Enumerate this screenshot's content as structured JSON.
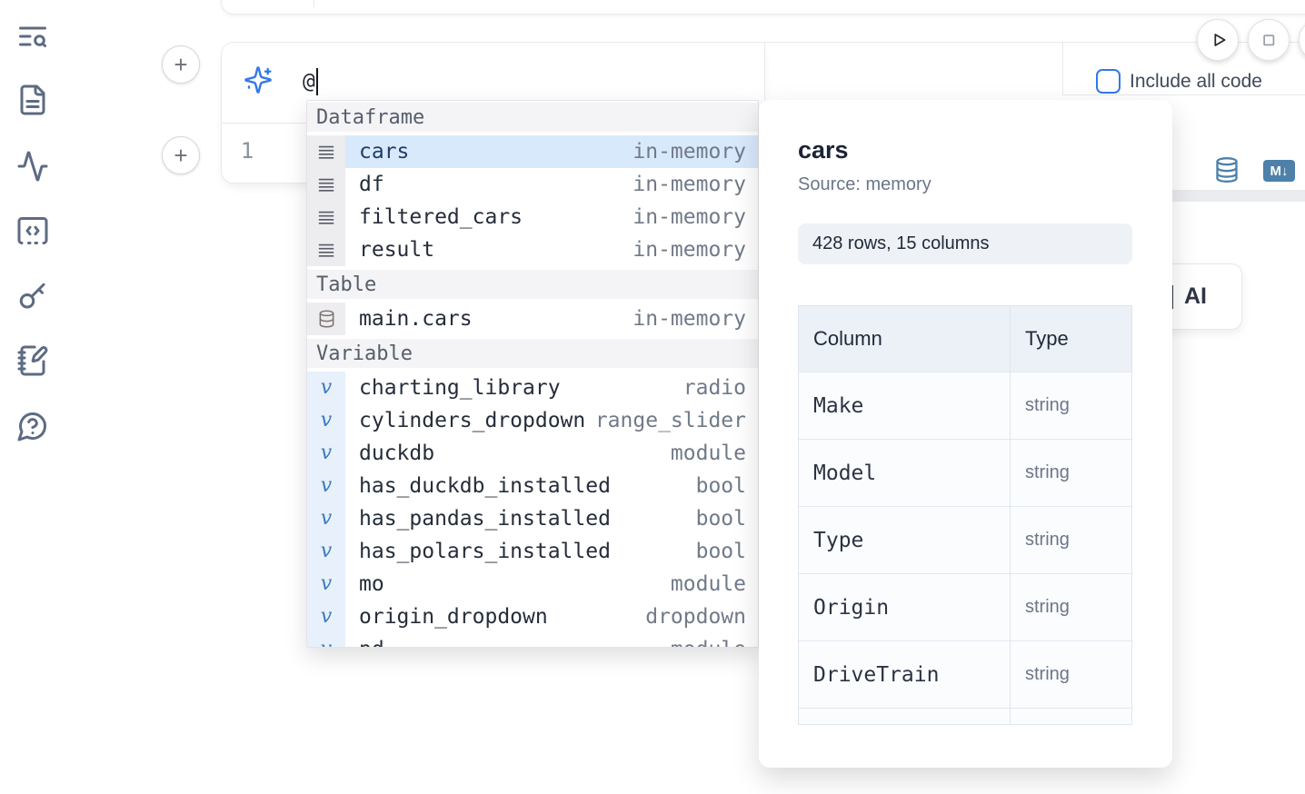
{
  "sidebar": {
    "icons": [
      "text-search-icon",
      "file-text-icon",
      "activity-icon",
      "code-square-icon",
      "key-icon",
      "notebook-pen-icon",
      "help-chat-icon"
    ]
  },
  "editor": {
    "add_cell_button_label": "+",
    "ai_input_value": "@",
    "line_number": "1",
    "include_all_code_label": "Include all code",
    "include_all_code_checked": false
  },
  "autocomplete": {
    "sections": [
      {
        "label": "Dataframe",
        "icon": "rows-icon",
        "items": [
          {
            "name": "cars",
            "detail": "in-memory",
            "selected": true
          },
          {
            "name": "df",
            "detail": "in-memory"
          },
          {
            "name": "filtered_cars",
            "detail": "in-memory"
          },
          {
            "name": "result",
            "detail": "in-memory"
          }
        ]
      },
      {
        "label": "Table",
        "icon": "database-icon",
        "items": [
          {
            "name": "main.cars",
            "detail": "in-memory"
          }
        ]
      },
      {
        "label": "Variable",
        "icon": "variable-icon",
        "items": [
          {
            "name": "charting_library",
            "detail": "radio"
          },
          {
            "name": "cylinders_dropdown",
            "detail": "range_slider"
          },
          {
            "name": "duckdb",
            "detail": "module"
          },
          {
            "name": "has_duckdb_installed",
            "detail": "bool"
          },
          {
            "name": "has_pandas_installed",
            "detail": "bool"
          },
          {
            "name": "has_polars_installed",
            "detail": "bool"
          },
          {
            "name": "mo",
            "detail": "module"
          },
          {
            "name": "origin_dropdown",
            "detail": "dropdown"
          },
          {
            "name": "pd",
            "detail": "module",
            "clipped": true
          }
        ]
      }
    ]
  },
  "preview": {
    "title": "cars",
    "source": "Source: memory",
    "shape_badge": "428 rows, 15 columns",
    "table": {
      "headers": [
        "Column",
        "Type"
      ],
      "rows": [
        [
          "Make",
          "string"
        ],
        [
          "Model",
          "string"
        ],
        [
          "Type",
          "string"
        ],
        [
          "Origin",
          "string"
        ],
        [
          "DriveTrain",
          "string"
        ]
      ],
      "clipped_row": true
    }
  },
  "actions": {
    "run_icon": "play-icon",
    "stop_icon": "stop-icon",
    "markdown_badge": "M↓",
    "database_icon": "database-icon",
    "ai_button_label": "AI"
  },
  "colors": {
    "accent_blue": "#2f7bea",
    "sparkle_blue": "#3579e8",
    "selection_blue": "#d9e9fc",
    "steel_blue": "#4d81aa",
    "icon_slate": "#5d6b83",
    "band_gray": "#eaecef"
  }
}
